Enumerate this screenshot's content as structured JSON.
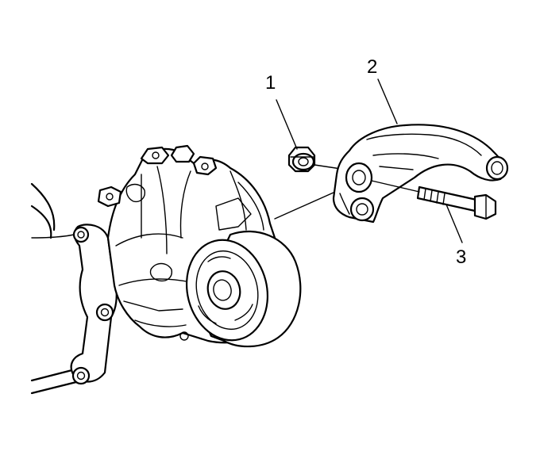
{
  "diagram": {
    "callouts": [
      {
        "id": "callout-1",
        "label": "1"
      },
      {
        "id": "callout-2",
        "label": "2"
      },
      {
        "id": "callout-3",
        "label": "3"
      }
    ]
  },
  "colors": {
    "ink": "#000000",
    "paper": "#ffffff"
  }
}
